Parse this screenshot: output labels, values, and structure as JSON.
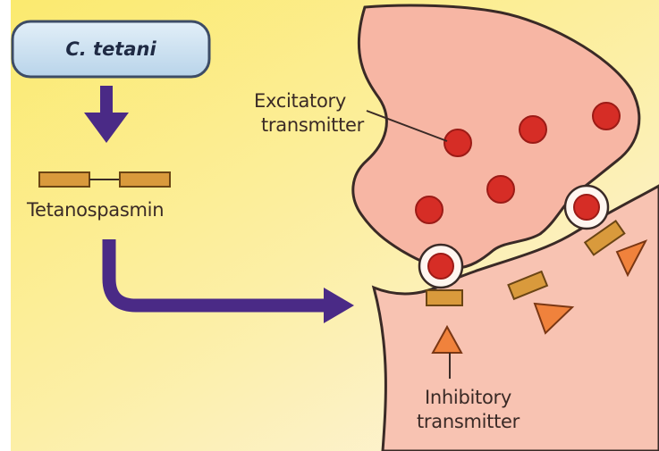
{
  "organism_label": "C. tetani",
  "toxin_label": "Tetanospasmin",
  "excitatory_label": [
    "Excitatory",
    "transmitter"
  ],
  "inhibitory_label": [
    "Inhibitory",
    "transmitter"
  ],
  "colors": {
    "background_yellow": "#fbeb7c",
    "neuron_pink": "#f6b4a4",
    "neuron_outline": "#3a2a26",
    "vesicle_red": "#d62d26",
    "arrow_purple": "#4a2a86",
    "toxin_orange": "#d99a3c",
    "box_blue": "#cfe2f0"
  }
}
